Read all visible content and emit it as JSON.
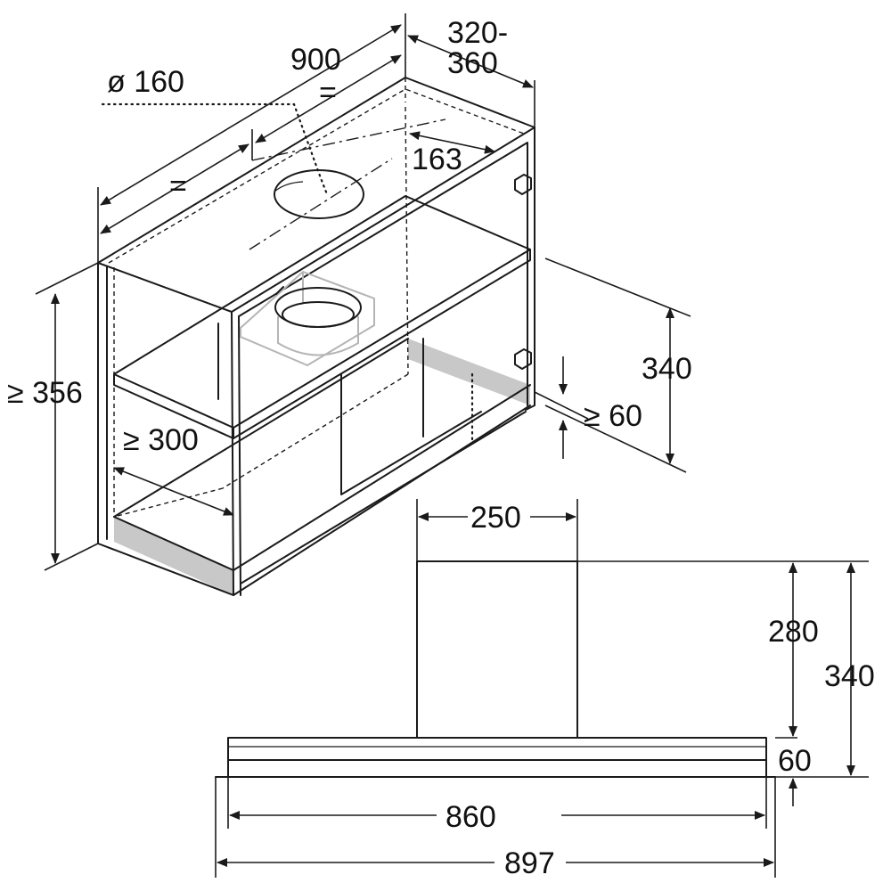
{
  "isometric_view": {
    "dimensions": {
      "width": "900",
      "depth_line1": "320-",
      "depth_line2": "360",
      "duct_diameter": "ø 160",
      "equal_top": "=",
      "equal_left": "=",
      "offset": "163",
      "height_min": "≥ 356",
      "clearance": "≥ 300",
      "hood_height": "340",
      "lower_min": "≥ 60"
    }
  },
  "front_view": {
    "dimensions": {
      "chimney_width": "250",
      "chimney_height": "280",
      "total_height": "340",
      "panel_height": "60",
      "inner_width": "860",
      "outer_width": "897"
    }
  }
}
